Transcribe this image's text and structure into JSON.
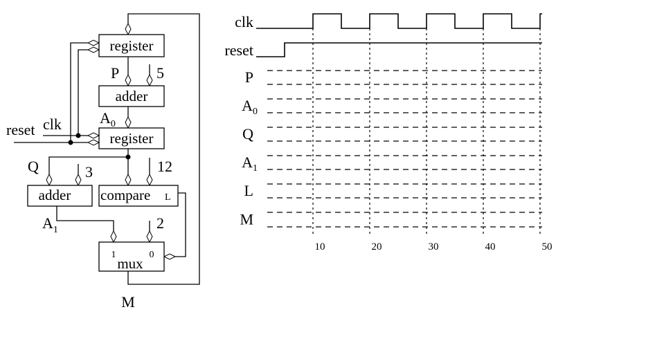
{
  "circuit": {
    "blocks": {
      "register_top": "register",
      "adder_top": "adder",
      "register_mid": "register",
      "adder_left": "adder",
      "compare": "compare",
      "compare_out": "L",
      "mux": "mux",
      "mux_in1": "1",
      "mux_in0": "0"
    },
    "signals": {
      "P": "P",
      "A0": "A",
      "A0_sub": "0",
      "Q": "Q",
      "A1": "A",
      "A1_sub": "1",
      "M": "M",
      "reset": "reset",
      "clk": "clk"
    },
    "constants": {
      "adder_top_const": "5",
      "adder_left_const": "3",
      "compare_const": "12",
      "mux_const": "2"
    }
  },
  "timing": {
    "signals": [
      {
        "name": "clk",
        "label": "clk",
        "sub": ""
      },
      {
        "name": "reset",
        "label": "reset",
        "sub": ""
      },
      {
        "name": "P",
        "label": "P",
        "sub": ""
      },
      {
        "name": "A0",
        "label": "A",
        "sub": "0"
      },
      {
        "name": "Q",
        "label": "Q",
        "sub": ""
      },
      {
        "name": "A1",
        "label": "A",
        "sub": "1"
      },
      {
        "name": "L",
        "label": "L",
        "sub": ""
      },
      {
        "name": "M",
        "label": "M",
        "sub": ""
      }
    ],
    "time_range": [
      0,
      55
    ],
    "clk": {
      "first_rise": 10,
      "period": 10,
      "duty": 0.5,
      "initial": 0
    },
    "reset": {
      "initial": 0,
      "rise": 5
    },
    "ticks": [
      10,
      20,
      30,
      40,
      50
    ]
  }
}
